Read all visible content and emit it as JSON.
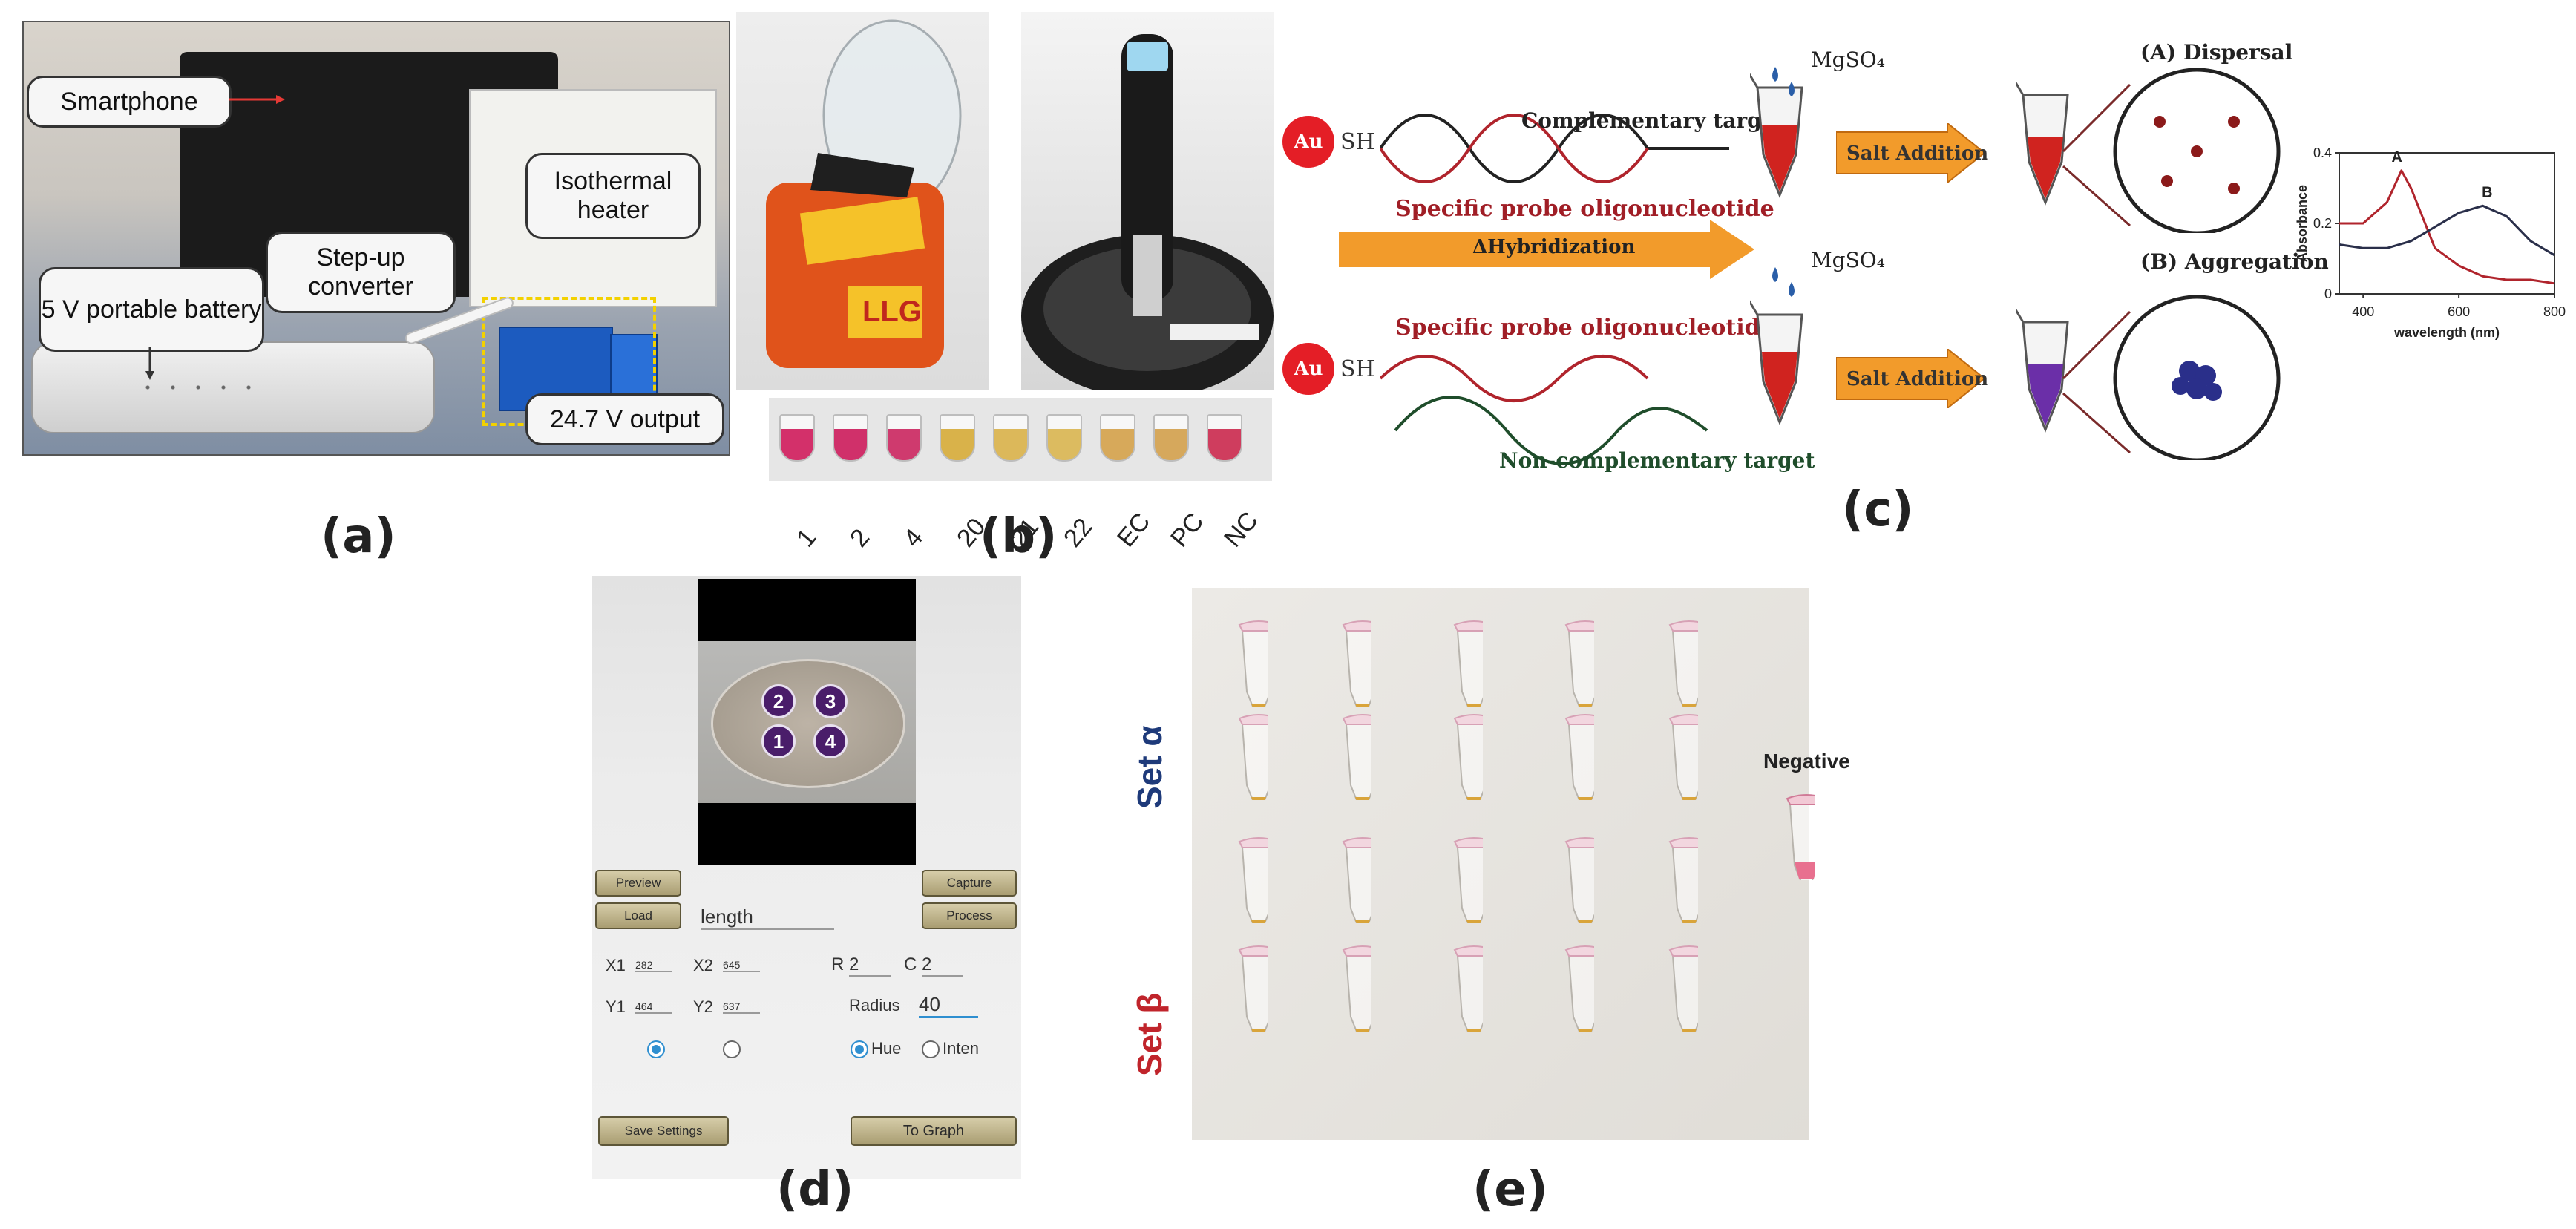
{
  "panel_labels": {
    "a": "(a)",
    "b": "(b)",
    "c": "(c)",
    "d": "(d)",
    "e": "(e)"
  },
  "panel_a": {
    "callouts": {
      "smartphone": "Smartphone",
      "heater": "Isothermal heater",
      "converter": "Step-up converter",
      "battery": "5 V portable battery",
      "output": "24.7 V output"
    }
  },
  "panel_b": {
    "heater_brand": "LLG",
    "tube_labels": [
      "1",
      "2",
      "4",
      "20",
      "21",
      "22",
      "EC",
      "PC",
      "NC"
    ],
    "tube_colors": [
      "#d3306a",
      "#d0306a",
      "#cf3a6e",
      "#d9b24a",
      "#dcb85a",
      "#dcbb60",
      "#d7a95a",
      "#d6a85c",
      "#cf3d5e"
    ]
  },
  "panel_c": {
    "au": "Au",
    "sh": "SH",
    "complementary": "Complementary target",
    "probe_top": "Specific probe oligonucleotide",
    "hybridization": "ΔHybridization",
    "probe_bottom": "Specific probe oligonucleotide",
    "noncomplementary": "Non-complementary target",
    "mgso4": "MgSO₄",
    "salt_addition": "Salt Addition",
    "dispersal": "(A)  Dispersal",
    "aggregation": "(B)  Aggregation",
    "chart_data": {
      "type": "line",
      "title": "",
      "xlabel": "wavelength (nm)",
      "ylabel": "Absorbance",
      "xlim": [
        350,
        800
      ],
      "ylim": [
        0,
        0.4
      ],
      "x_ticks": [
        "400",
        "600",
        "800"
      ],
      "y_ticks": [
        "0",
        "0.2",
        "0.4"
      ],
      "series": [
        {
          "name": "A",
          "color": "#b0242c",
          "x": [
            350,
            400,
            450,
            480,
            500,
            550,
            600,
            650,
            700,
            750,
            800
          ],
          "y": [
            0.2,
            0.2,
            0.26,
            0.35,
            0.3,
            0.13,
            0.08,
            0.05,
            0.04,
            0.04,
            0.03
          ]
        },
        {
          "name": "B",
          "color": "#2a2f4a",
          "x": [
            350,
            400,
            450,
            500,
            550,
            600,
            650,
            700,
            750,
            800
          ],
          "y": [
            0.14,
            0.13,
            0.13,
            0.15,
            0.19,
            0.23,
            0.25,
            0.22,
            0.15,
            0.11
          ]
        }
      ]
    }
  },
  "panel_d": {
    "buttons": {
      "preview": "Preview",
      "capture": "Capture",
      "load": "Load",
      "process": "Process",
      "save": "Save Settings",
      "graph": "To Graph"
    },
    "length_value": "length",
    "fields": {
      "x1_label": "X1",
      "x1": "282",
      "x2_label": "X2",
      "x2": "645",
      "y1_label": "Y1",
      "y1": "464",
      "y2_label": "Y2",
      "y2": "637",
      "r_label": "R",
      "r": "2",
      "c_label": "C",
      "c": "2",
      "radius_label": "Radius",
      "radius": "40"
    },
    "radios": {
      "hue": "Hue",
      "inten": "Inten"
    },
    "well_numbers": [
      "2",
      "3",
      "1",
      "4"
    ]
  },
  "panel_e": {
    "set_alpha": "Set α",
    "set_beta": "Set β",
    "negative": "Negative",
    "colors": {
      "alpha": "#1e3a7a",
      "beta": "#c0242b"
    }
  }
}
